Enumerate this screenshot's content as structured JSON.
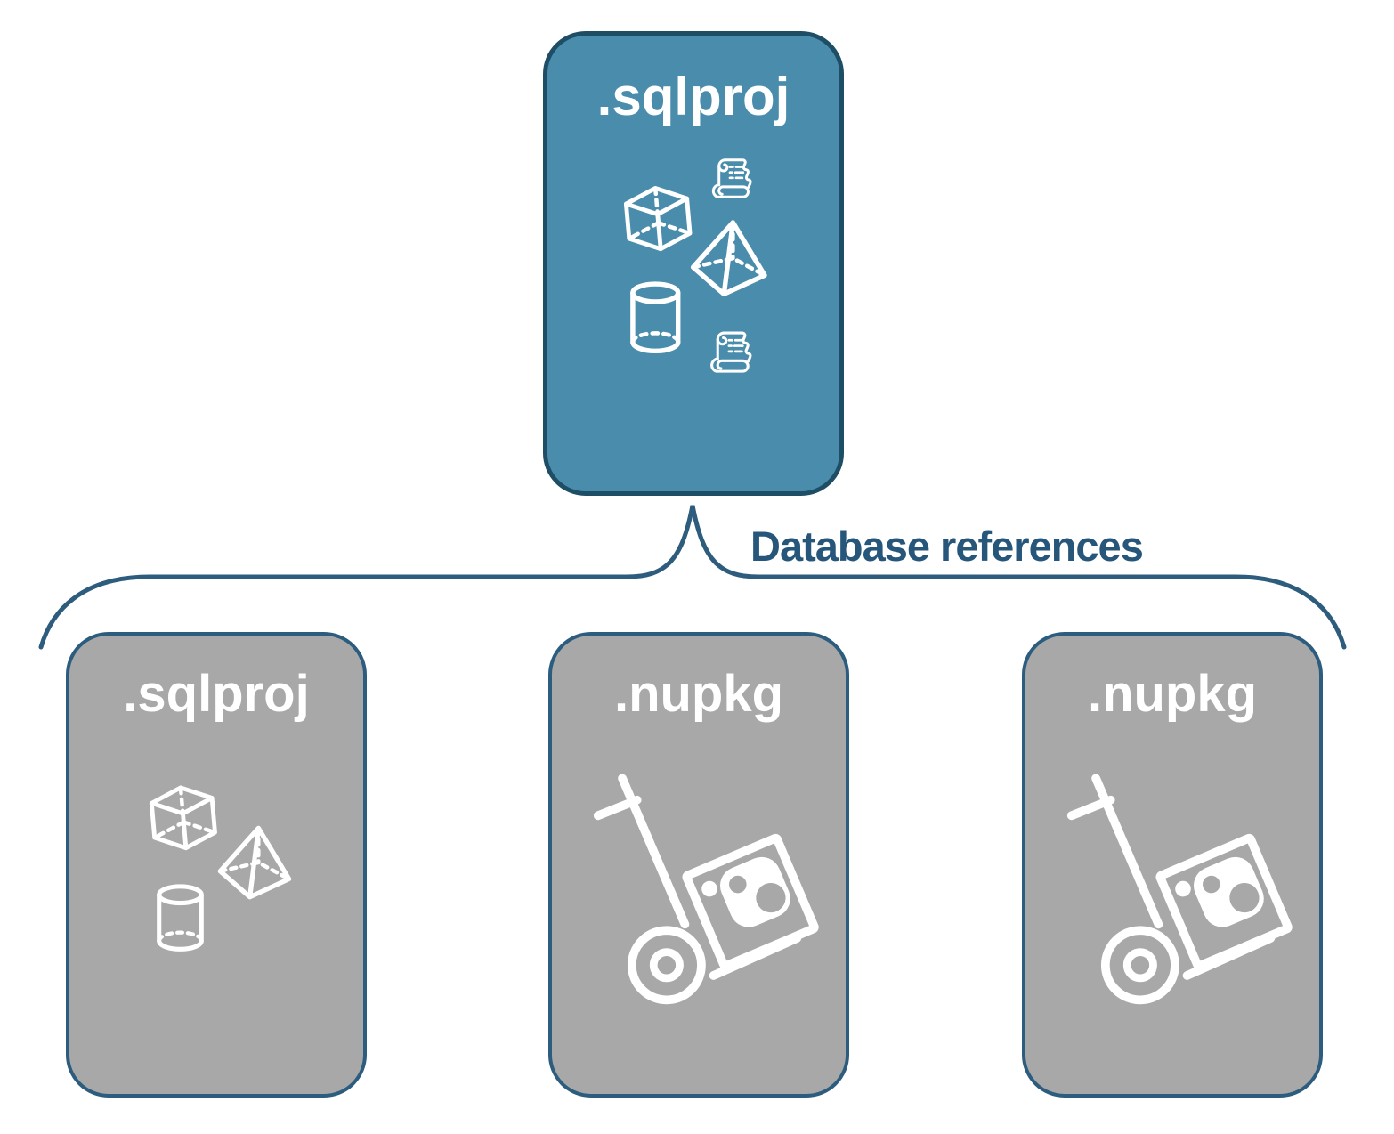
{
  "diagram": {
    "root": {
      "label": ".sqlproj",
      "icons": [
        "cube",
        "script-scroll",
        "pyramid",
        "database-cylinder",
        "script-scroll"
      ]
    },
    "connector": {
      "label": "Database references",
      "type": "curly-brace"
    },
    "children": [
      {
        "label": ".sqlproj",
        "icons": [
          "cube",
          "pyramid",
          "database-cylinder"
        ]
      },
      {
        "label": ".nupkg",
        "icons": [
          "package-dolly"
        ]
      },
      {
        "label": ".nupkg",
        "icons": [
          "package-dolly"
        ]
      }
    ],
    "colors": {
      "root_fill": "#4A8CAC",
      "root_border": "#1E4D66",
      "child_fill": "#A8A8A8",
      "child_border": "#2C5C7E",
      "connector_stroke": "#2D5C7D",
      "connector_label_text": "#27567B",
      "icon_stroke": "#FFFFFF",
      "background": "#FFFFFF"
    }
  }
}
